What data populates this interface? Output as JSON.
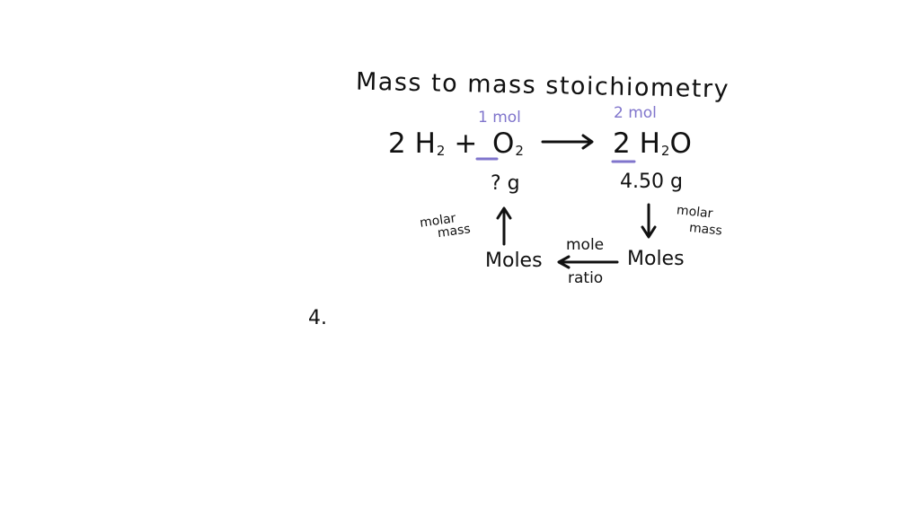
{
  "whiteboard": {
    "title": "Mass to mass stoichiometry",
    "equation": {
      "coef_h2": "2",
      "h2_base": "H",
      "h2_sub": "2",
      "plus": "+",
      "o2_base": "O",
      "o2_sub": "2",
      "coef_h2o": "2",
      "h2o_h": "H",
      "h2o_sub": "2",
      "h2o_o": "O"
    },
    "mole_labels": {
      "o2": "1 mol",
      "h2o": "2 mol"
    },
    "unknown_mass": "? g",
    "given_mass": "4.50 g",
    "left_step": {
      "line1": "molar",
      "line2": "mass"
    },
    "right_step": {
      "line1": "molar",
      "line2": "mass"
    },
    "moles_left": "Moles",
    "moles_right": "Moles",
    "ratio_step": {
      "line1": "mole",
      "line2": "ratio"
    },
    "problem_number": "4.",
    "colors": {
      "ink": "#111111",
      "annotation": "#8075cc",
      "background": "#ffffff"
    }
  }
}
